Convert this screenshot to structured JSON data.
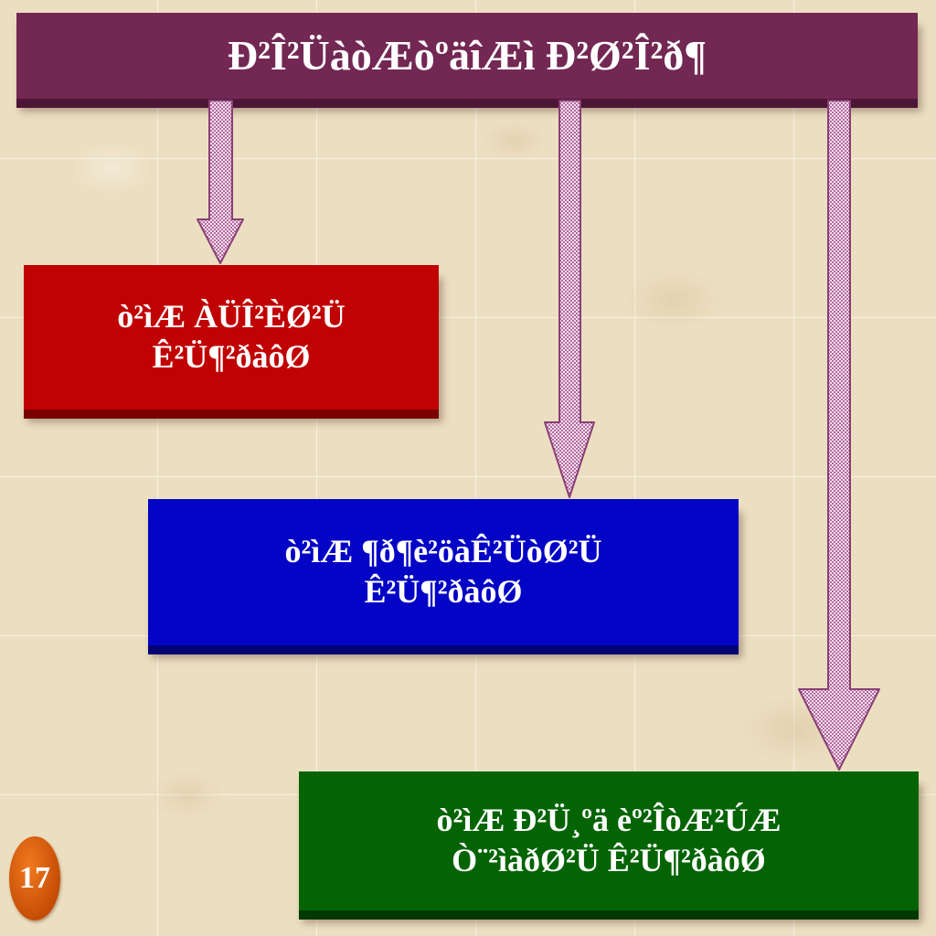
{
  "diagram": {
    "title": "Ð²Î²ÜàòÆòºäîÆì Ð²Ø²Î²ð¶",
    "boxes": [
      {
        "text": "ò²ìÆ ÀÜÎ²ÈØ²Ü\nÊ²Ü¶²ðàôØ",
        "color": "#c00202"
      },
      {
        "text": "ò²ìÆ ¶ð¶è²öàÊ²ÜòØ²Ü\nÊ²Ü¶²ðàôØ",
        "color": "#0404c6"
      },
      {
        "text": "ò²ìÆ Ð²Ü¸ºä èº²ÎòÆ²ÚÆ\nÒ¨²ìàðØ²Ü Ê²Ü¶²ðàôØ",
        "color": "#046404"
      }
    ],
    "title_color": "#732854",
    "arrow_color": "#c48fb8"
  },
  "page_number": "17"
}
